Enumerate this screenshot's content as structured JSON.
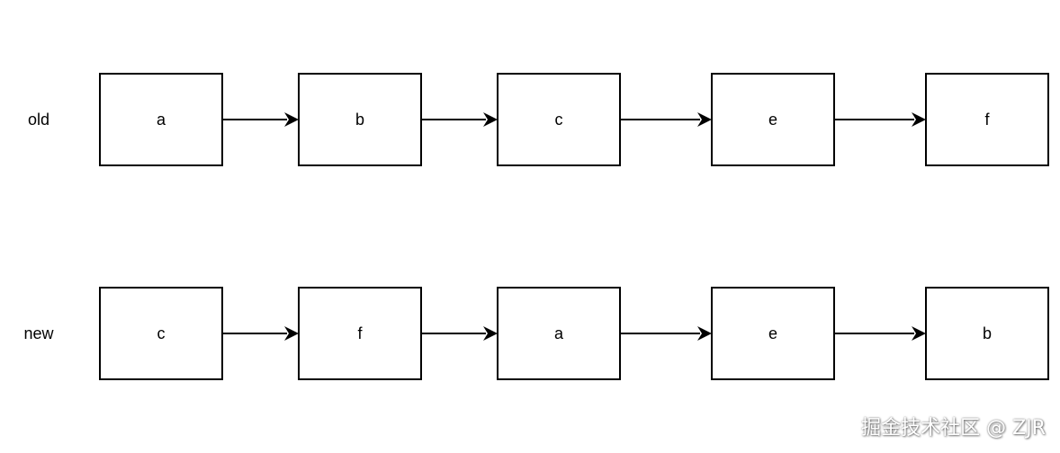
{
  "rows": [
    {
      "label": "old",
      "nodes": [
        "a",
        "b",
        "c",
        "e",
        "f"
      ]
    },
    {
      "label": "new",
      "nodes": [
        "c",
        "f",
        "a",
        "e",
        "b"
      ]
    }
  ],
  "watermark": "掘金技术社区 @ ZJR"
}
